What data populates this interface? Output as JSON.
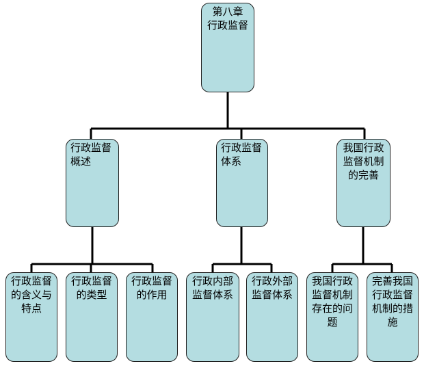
{
  "colors": {
    "node_fill": "#b4dde1",
    "node_border": "#1f1f1f",
    "connector": "#000000"
  },
  "root": {
    "lines": [
      "第八章",
      "行政监督"
    ]
  },
  "level1": [
    {
      "lines": [
        "行政监督",
        "概述"
      ]
    },
    {
      "lines": [
        "行政监督",
        "体系"
      ]
    },
    {
      "lines": [
        "我国行政",
        "监督机制",
        "的完善"
      ]
    }
  ],
  "level2": [
    {
      "lines": [
        "行政监督",
        "的含义与",
        "特点"
      ]
    },
    {
      "lines": [
        "行政监督",
        "的类型"
      ]
    },
    {
      "lines": [
        "行政监督",
        "的作用"
      ]
    },
    {
      "lines": [
        "行政内部",
        "监督体系"
      ]
    },
    {
      "lines": [
        "行政外部",
        "监督体系"
      ]
    },
    {
      "lines": [
        "我国行政",
        "监督机制",
        "存在的问",
        "题"
      ]
    },
    {
      "lines": [
        "完善我国",
        "行政监督",
        "机制的措",
        "施"
      ]
    }
  ]
}
